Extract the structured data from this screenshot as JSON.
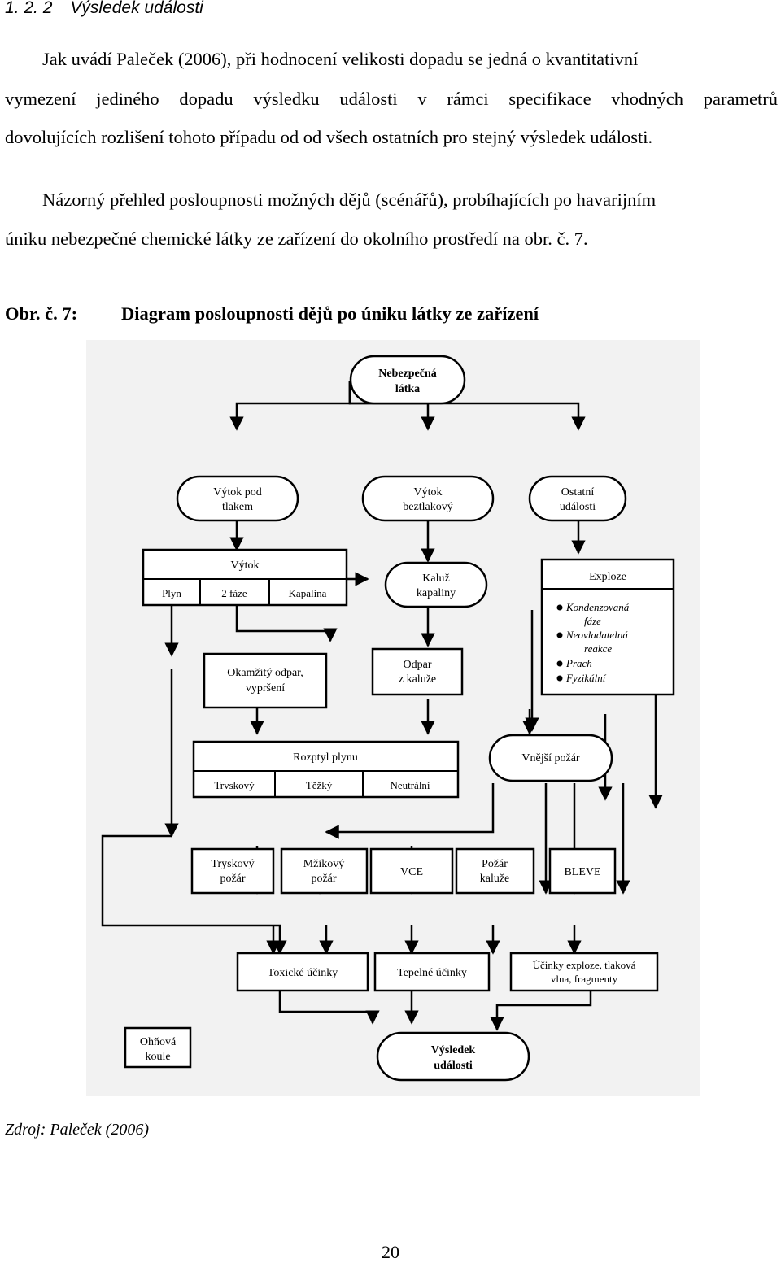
{
  "section": {
    "number": "1. 2. 2",
    "title": "Výsledek události"
  },
  "paragraph1": {
    "line1": "Jak uvádí Paleček (2006), při hodnocení velikosti dopadu se jedná o kvantitativní",
    "line2": "vymezení jediného dopadu výsledku události v rámci specifikace vhodných parametrů",
    "line3": "dovolujících rozlišení tohoto případu od od všech ostatních pro stejný výsledek události."
  },
  "paragraph2": {
    "line1": "Názorný přehled posloupnosti možných dějů (scénářů), probíhajících po havarijním",
    "line2": "úniku nebezpečné chemické látky ze zařízení do okolního prostředí na obr. č. 7."
  },
  "figure": {
    "label": "Obr. č. 7:",
    "title": "Diagram posloupnosti dějů po úniku látky ze zařízení",
    "nodes": {
      "nebezpecna_latka": [
        "Nebezpečná",
        "látka"
      ],
      "vytok_pod_tlakem": [
        "Výtok pod",
        "tlakem"
      ],
      "vytok_beztlakovy": [
        "Výtok",
        "beztlakový"
      ],
      "ostatni_udalosti": [
        "Ostatní",
        "události"
      ],
      "vytok": "Výtok",
      "plyn": "Plyn",
      "dve_faze": "2 fáze",
      "kapalina": "Kapalina",
      "kaluz_kapaliny": [
        "Kaluž",
        "kapaliny"
      ],
      "exploze": "Exploze",
      "exploze_items": [
        [
          "Kondenzovaná",
          "fáze"
        ],
        [
          "Neovladatelná",
          "reakce"
        ],
        [
          "Prach"
        ],
        [
          "Fyzikální"
        ]
      ],
      "okamzity_odpar": [
        "Okamžitý odpar,",
        "vypršení"
      ],
      "odpar_z_kaluze": [
        "Odpar",
        "z kaluže"
      ],
      "rozptyl_plynu": "Rozptyl plynu",
      "trryskovy": "Trvskový",
      "tezky": "Těžký",
      "neutralni": "Neutrální",
      "vnejsi_pozar": "Vnější požár",
      "tryskovy_pozar": [
        "Tryskový",
        "požár"
      ],
      "mzikovy_pozar": [
        "Mžikový",
        "požár"
      ],
      "vce": "VCE",
      "pozar_kaluze": [
        "Požár",
        "kaluže"
      ],
      "bleve": "BLEVE",
      "toxicke_ucinky": "Toxické účinky",
      "tepelne_ucinky": "Tepelné účinky",
      "ucinky_exploze": [
        "Účinky exploze, tlaková",
        "vlna, fragmenty"
      ],
      "ohnova_koule": [
        "Ohňová",
        "koule"
      ],
      "vysledek_udalosti": [
        "Výsledek",
        "události"
      ]
    }
  },
  "source": "Zdroj: Paleček (2006)",
  "page_number": "20"
}
